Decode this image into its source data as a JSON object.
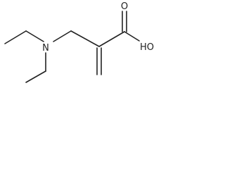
{
  "molecule": {
    "atoms": {
      "nitrogen": "N",
      "oxygen_carbonyl": "O",
      "hydroxyl": "HO"
    }
  },
  "colors": {
    "ink": "#222222",
    "background": "#ffffff"
  }
}
